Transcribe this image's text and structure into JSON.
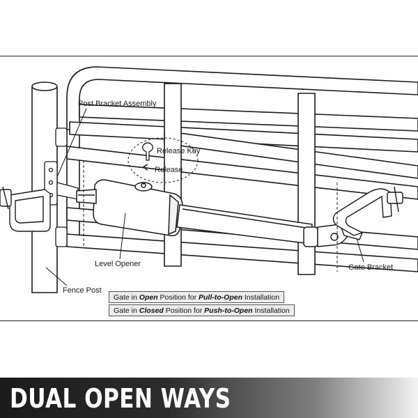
{
  "labels": {
    "post_bracket": "Post Bracket Assembly",
    "release_key": "Release Key",
    "release": "Release",
    "level_opener": "Level Opener",
    "fence_post": "Fence Post",
    "gate_bracket": "Gate Bracket"
  },
  "notes": [
    {
      "prefix": "Gate in ",
      "state": "Open",
      "middle": " Position for ",
      "mode": "Pull-to-Open",
      "suffix": " Installation"
    },
    {
      "prefix": "Gate in ",
      "state": "Closed",
      "middle": " Position for ",
      "mode": "Push-to-Open",
      "suffix": " Installation"
    }
  ],
  "banner": {
    "title": "DUAL OPEN WAYS"
  },
  "colors": {
    "line": "#1a1a1a",
    "note_bg": "#ececec",
    "banner_dark": "#1b1b1b"
  },
  "icons": [
    "release-key-icon",
    "release-arrow-icon"
  ]
}
